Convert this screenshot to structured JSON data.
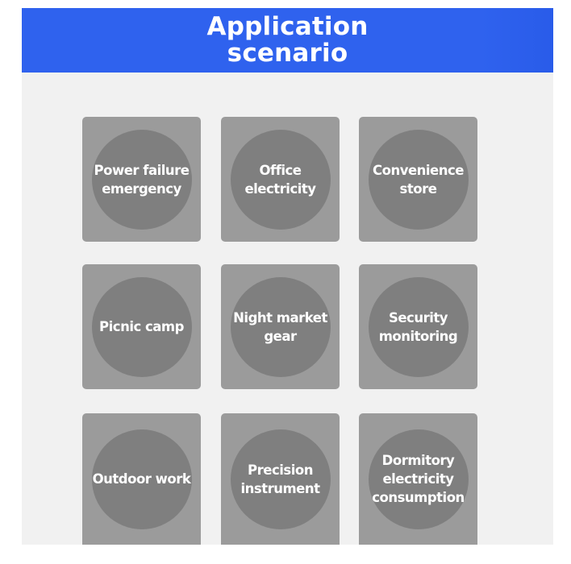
{
  "header": {
    "title": "Application\nscenario"
  },
  "scenarios": [
    {
      "label": "Power failure\nemergency"
    },
    {
      "label": "Office\nelectricity"
    },
    {
      "label": "Convenience\nstore"
    },
    {
      "label": "Picnic camp"
    },
    {
      "label": "Night market\ngear"
    },
    {
      "label": "Security\nmonitoring"
    },
    {
      "label": "Outdoor work"
    },
    {
      "label": "Precision\ninstrument"
    },
    {
      "label": "Dormitory\nelectricity\nconsumption"
    }
  ],
  "colors": {
    "banner": "#2f62ee",
    "tile": "#9b9b9b",
    "circle": "#7f7f7f",
    "panel": "#f1f1f1"
  }
}
